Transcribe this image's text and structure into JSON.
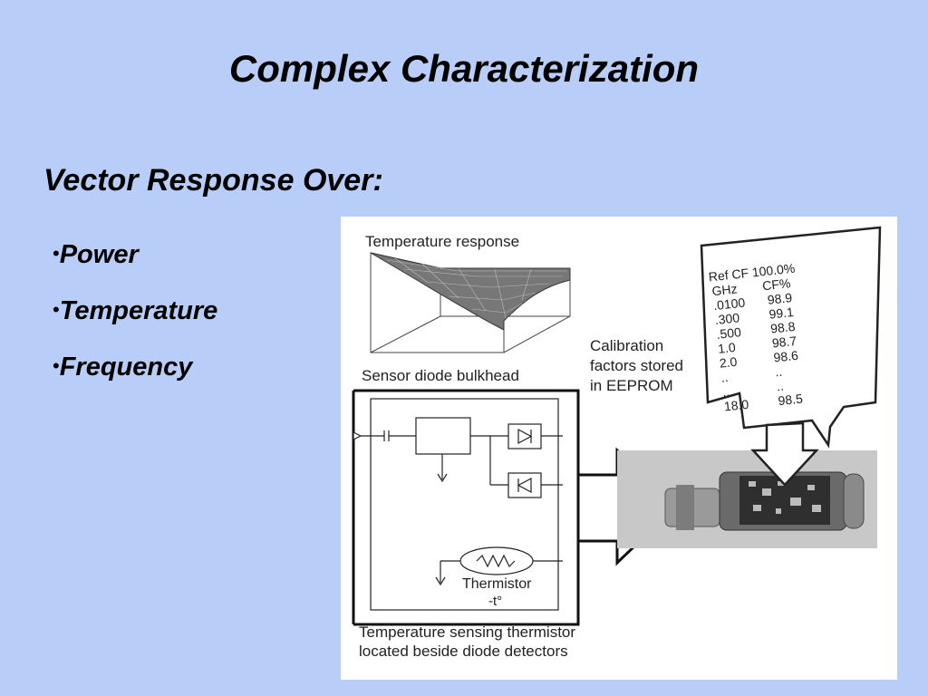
{
  "slide": {
    "title": "Complex Characterization",
    "subtitle": "Vector Response Over:",
    "bullets": [
      "Power",
      "Temperature",
      "Frequency"
    ]
  },
  "figure": {
    "temperature_response_label": "Temperature response",
    "bulkhead_label": "Sensor diode bulkhead",
    "thermistor_label": "Thermistor",
    "thermistor_symbol": "-t°",
    "calibration_label_lines": [
      "Calibration",
      "factors stored",
      "in EEPROM"
    ],
    "caption_lines": [
      "Temperature sensing thermistor",
      "located beside diode detectors"
    ],
    "cf_table": {
      "title": "Ref CF 100.0%",
      "col_freq": "GHz",
      "col_cf": "CF%",
      "rows": [
        {
          "f": ".0100",
          "cf": "98.9"
        },
        {
          "f": ".300",
          "cf": "99.1"
        },
        {
          "f": ".500",
          "cf": "98.8"
        },
        {
          "f": "1.0",
          "cf": "98.7"
        },
        {
          "f": "2.0",
          "cf": "98.6"
        },
        {
          "f": "..",
          "cf": ".."
        },
        {
          "f": "..",
          "cf": ".."
        },
        {
          "f": "18.0",
          "cf": "98.5"
        }
      ]
    }
  }
}
